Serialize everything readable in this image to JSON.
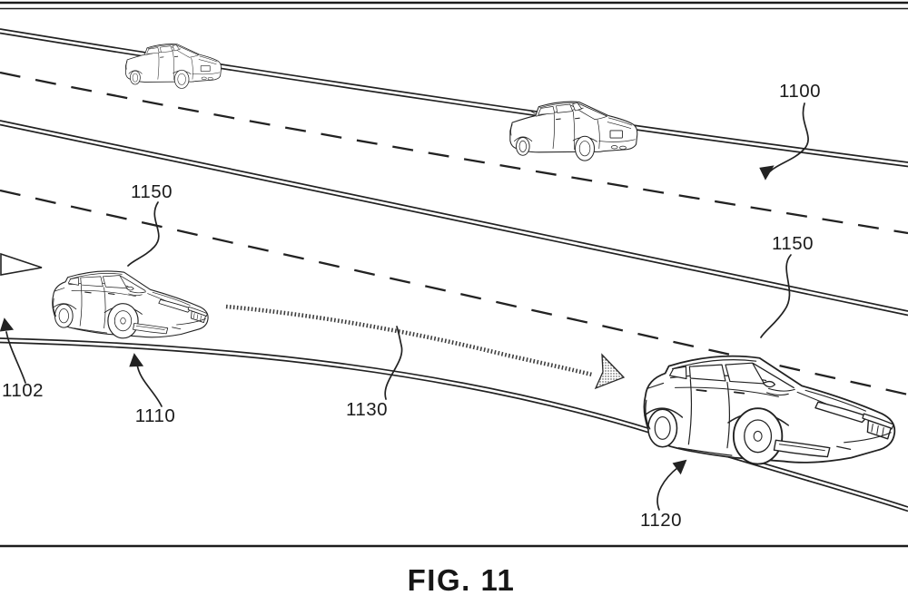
{
  "figure": {
    "caption": "FIG. 11",
    "labels": {
      "label_1100": "1100",
      "label_1150_left": "1150",
      "label_1102": "1102",
      "label_1110": "1110",
      "label_1130": "1130",
      "label_1150_right": "1150",
      "label_1120": "1120"
    }
  }
}
